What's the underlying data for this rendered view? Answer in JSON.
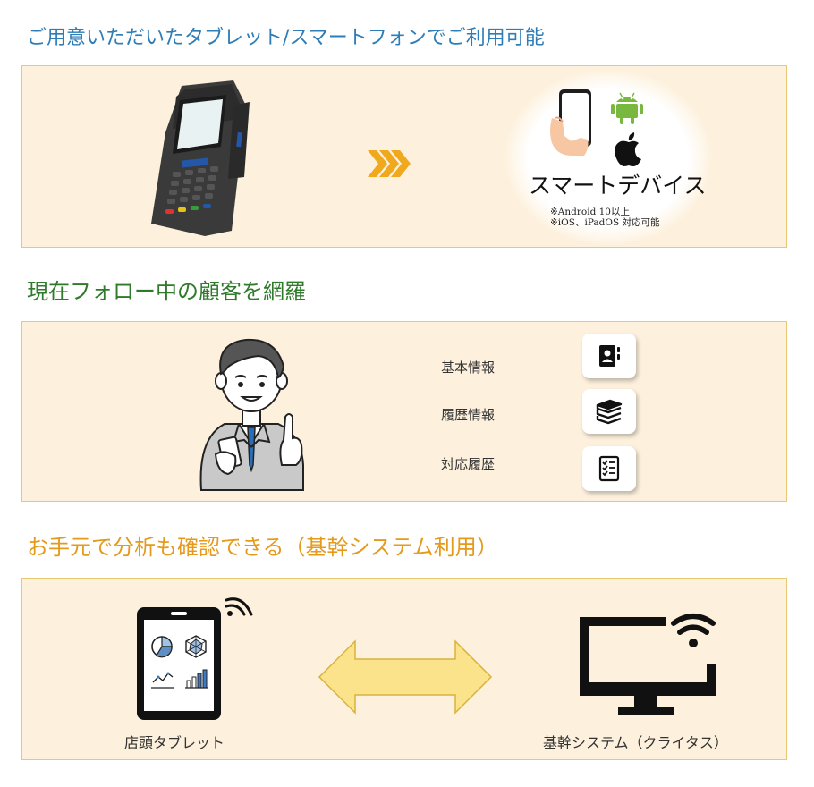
{
  "sections": [
    {
      "heading": "ご用意いただいたタブレット/スマートフォンでご利用可能",
      "heading_color": "#2e7db7",
      "device_title": "スマートデバイス",
      "notes": [
        "※Android 10以上",
        "※iOS、iPadOS 対応可能"
      ],
      "arrow_glyph": "»»",
      "icons": [
        "handheld-terminal-icon",
        "smartphone-hand-icon",
        "android-icon",
        "apple-icon",
        "triple-chevron-icon"
      ]
    },
    {
      "heading": "現在フォロー中の顧客を網羅",
      "heading_color": "#2f7a2b",
      "items": [
        {
          "label": "基本情報",
          "icon": "contact-book-icon"
        },
        {
          "label": "履歴情報",
          "icon": "books-stack-icon"
        },
        {
          "label": "対応履歴",
          "icon": "checklist-icon"
        }
      ]
    },
    {
      "heading": "お手元で分析も確認できる（基幹システム利用）",
      "heading_color": "#e59a1b",
      "left_caption": "店頭タブレット",
      "right_caption": "基幹システム（クライタス）",
      "icons": [
        "tablet-analytics-icon",
        "wifi-icon",
        "double-arrow-icon",
        "desktop-monitor-icon"
      ]
    }
  ],
  "colors": {
    "panel_bg": "#fdf1dd",
    "panel_border": "#e8c877",
    "accent_arrow": "#f0a81c"
  }
}
